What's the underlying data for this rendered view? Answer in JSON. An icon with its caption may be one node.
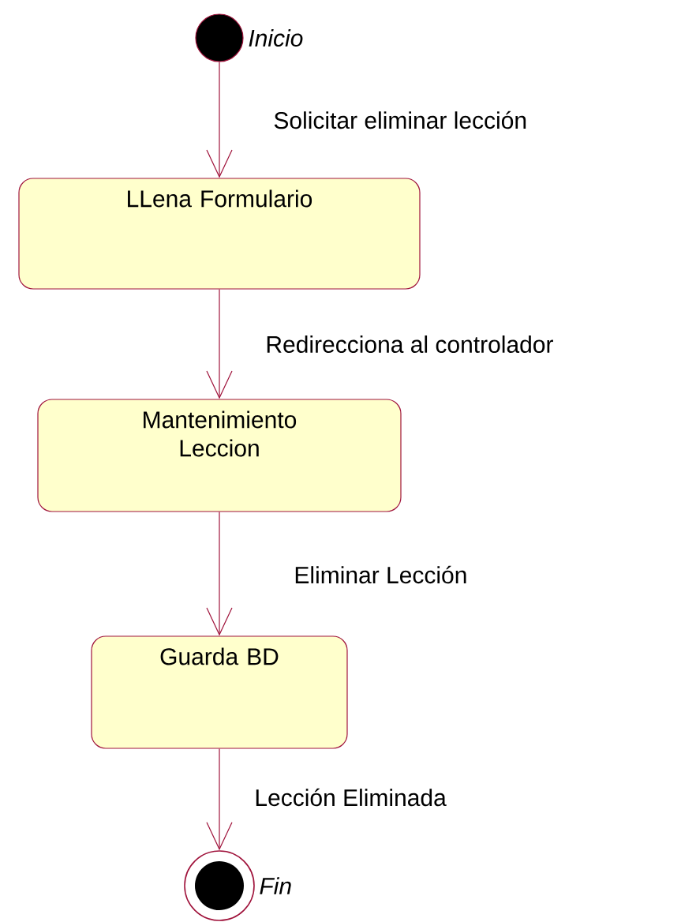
{
  "diagram": {
    "nodes": [
      {
        "text": [],
        "shape": "circle",
        "beside": [
          "Inicio"
        ]
      },
      {
        "text": [
          "LLena Formulario"
        ]
      },
      {
        "text": [
          "Mantenimiento Leccion"
        ]
      },
      {
        "text": [
          "Guarda BD"
        ]
      },
      {
        "text": [],
        "shape": "bullseye",
        "beside": [
          "Fin"
        ]
      }
    ],
    "edges": [
      {
        "from": 0,
        "to": 1,
        "arrow": "to",
        "label": "Solicitar eliminar lección"
      },
      {
        "from": 1,
        "to": 2,
        "arrow": "to",
        "label": "Redirecciona al controlador"
      },
      {
        "from": 2,
        "to": 3,
        "arrow": "to",
        "label": "Eliminar Lección"
      },
      {
        "from": 3,
        "to": 4,
        "arrow": "to",
        "label": "Lección Eliminada"
      }
    ]
  }
}
